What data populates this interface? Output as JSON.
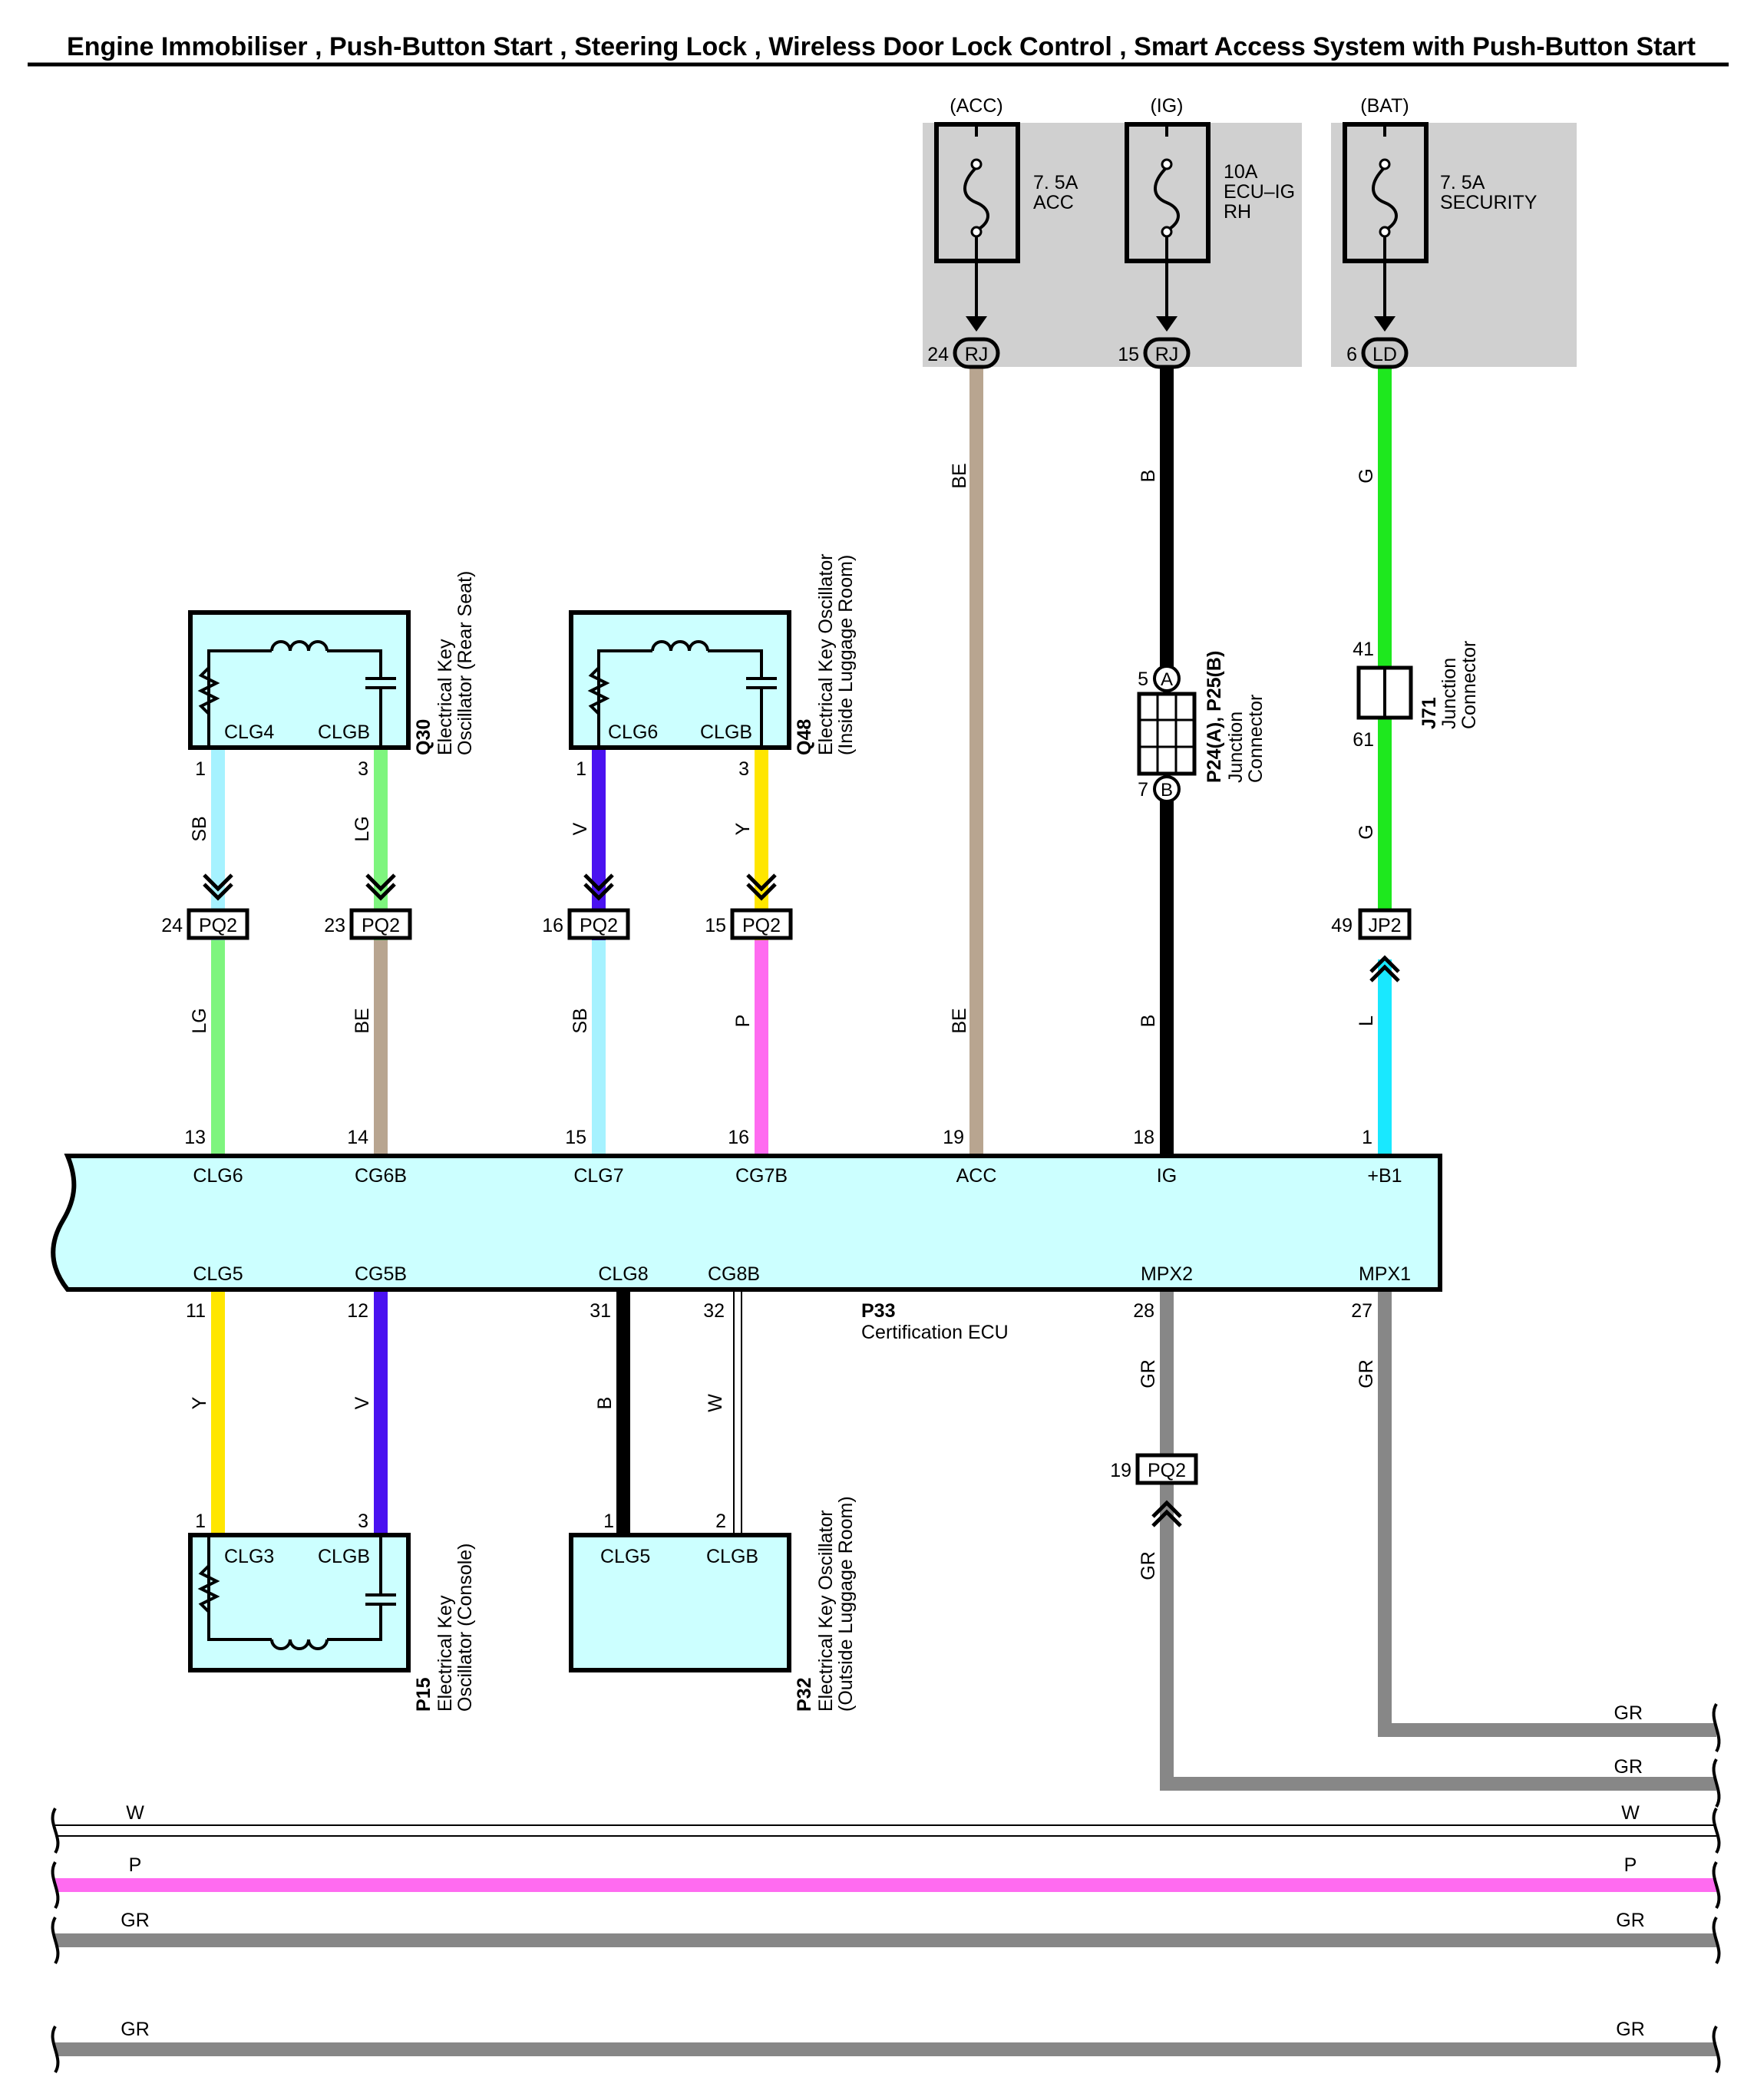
{
  "title": "Engine Immobiliser , Push-Button Start , Steering Lock , Wireless Door Lock Control , Smart Access System with Push-Button Start",
  "colors": {
    "BE": "#b8a590",
    "B": "#000000",
    "G": "#1ee81e",
    "L": "#19e8ff",
    "SB": "#a6f2ff",
    "LG": "#7ef57e",
    "V": "#4a12f0",
    "Y": "#ffe600",
    "P": "#ff6bf0",
    "GR": "#878787",
    "W": "#ffffff",
    "component_fill": "#ccffff",
    "fuse_box_fill": "#d0d0d0"
  },
  "fuses": [
    {
      "id": "acc",
      "source": "(ACC)",
      "rating": "7. 5A",
      "name": [
        "ACC"
      ],
      "connector": "RJ",
      "pin": "24"
    },
    {
      "id": "ig",
      "source": "(IG)",
      "rating": "10A",
      "name": [
        "ECU–IG",
        "RH"
      ],
      "connector": "RJ",
      "pin": "15"
    },
    {
      "id": "bat",
      "source": "(BAT)",
      "rating": "7. 5A",
      "name": [
        "SECURITY"
      ],
      "connector": "LD",
      "pin": "6"
    }
  ],
  "components": {
    "q30": {
      "code": "Q30",
      "name": [
        "Electrical Key",
        "Oscillator (Rear Seat)"
      ],
      "pins": [
        {
          "term": "CLG4",
          "pin": "1",
          "wire": "SB",
          "jc": "PQ2",
          "jc_pin": "24",
          "wire2": "LG",
          "ecu_pin": "13",
          "ecu_term": "CLG6"
        },
        {
          "term": "CLGB",
          "pin": "3",
          "wire": "LG",
          "jc": "PQ2",
          "jc_pin": "23",
          "wire2": "BE",
          "ecu_pin": "14",
          "ecu_term": "CG6B"
        }
      ]
    },
    "q48": {
      "code": "Q48",
      "name": [
        "Electrical Key Oscillator",
        "(Inside Luggage Room)"
      ],
      "pins": [
        {
          "term": "CLG6",
          "pin": "1",
          "wire": "V",
          "jc": "PQ2",
          "jc_pin": "16",
          "wire2": "SB",
          "ecu_pin": "15",
          "ecu_term": "CLG7"
        },
        {
          "term": "CLGB",
          "pin": "3",
          "wire": "Y",
          "jc": "PQ2",
          "jc_pin": "15",
          "wire2": "P",
          "ecu_pin": "16",
          "ecu_term": "CG7B"
        }
      ]
    },
    "p15": {
      "code": "P15",
      "name": [
        "Electrical Key",
        "Oscillator (Console)"
      ],
      "pins": [
        {
          "term": "CLG3",
          "pin": "1",
          "wire": "Y",
          "ecu_pin": "11",
          "ecu_term": "CLG5"
        },
        {
          "term": "CLGB",
          "pin": "3",
          "wire": "V",
          "ecu_pin": "12",
          "ecu_term": "CG5B"
        }
      ]
    },
    "p32": {
      "code": "P32",
      "name": [
        "Electrical Key Oscillator",
        "(Outside Luggage Room)"
      ],
      "pins": [
        {
          "term": "CLG5",
          "pin": "1",
          "wire": "B",
          "ecu_pin": "31",
          "ecu_term": "CLG8"
        },
        {
          "term": "CLGB",
          "pin": "2",
          "wire": "W",
          "ecu_pin": "32",
          "ecu_term": "CG8B"
        }
      ]
    },
    "p24": {
      "code": "P24(A), P25(B)",
      "name": [
        "Junction",
        "Connector"
      ],
      "pin_a": "5",
      "letter_a": "A",
      "pin_b": "7",
      "letter_b": "B"
    },
    "j71": {
      "code": "J71",
      "name": [
        "Junction",
        "Connector"
      ],
      "pin_top": "41",
      "pin_bottom": "61"
    },
    "p33": {
      "code": "P33",
      "name": "Certification ECU"
    }
  },
  "power_wires": {
    "acc": {
      "upper": "BE",
      "lower": "BE",
      "ecu_pin": "19",
      "ecu_term": "ACC"
    },
    "ig": {
      "upper": "B",
      "lower": "B",
      "ecu_pin": "18",
      "ecu_term": "IG"
    },
    "bat": {
      "upper": "G",
      "middle": "G",
      "jc": "JP2",
      "jc_pin": "49",
      "lower": "L",
      "ecu_pin": "1",
      "ecu_term": "+B1"
    }
  },
  "mpx": [
    {
      "term": "MPX2",
      "pin": "28",
      "wire": "GR",
      "jc": "PQ2",
      "jc_pin": "19",
      "wire2": "GR",
      "exit_label": "GR"
    },
    {
      "term": "MPX1",
      "pin": "27",
      "wire": "GR",
      "exit_label": "GR"
    }
  ],
  "bus_lines": [
    {
      "color": "W",
      "label": "W"
    },
    {
      "color": "P",
      "label": "P"
    },
    {
      "color": "GR",
      "label": "GR"
    },
    {
      "color": "GR",
      "label": "GR"
    }
  ]
}
